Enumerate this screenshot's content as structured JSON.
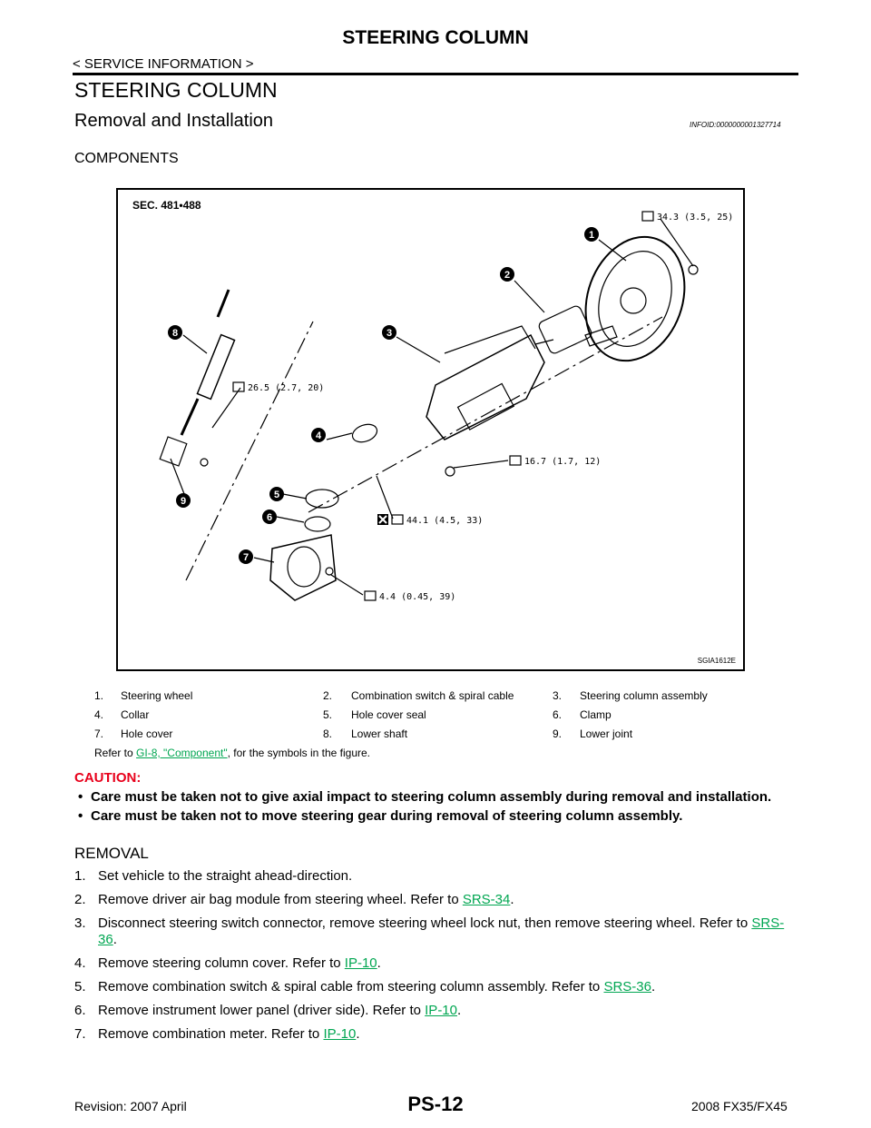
{
  "header": {
    "title": "STEERING COLUMN",
    "section": "< SERVICE INFORMATION >"
  },
  "section_title": "STEERING COLUMN",
  "subsection": {
    "title": "Removal and Installation",
    "infoid": "INFOID:0000000001327714"
  },
  "components_heading": "COMPONENTS",
  "figure": {
    "sec_label": "SEC. 481•488",
    "code": "SGIA1612E",
    "torques": [
      "34.3 (3.5, 25)",
      "26.5 (2.7, 20)",
      "16.7 (1.7, 12)",
      "44.1 (4.5, 33)",
      "4.4 (0.45, 39)"
    ],
    "callouts": [
      "1",
      "2",
      "3",
      "4",
      "5",
      "6",
      "7",
      "8",
      "9"
    ]
  },
  "legend": [
    [
      "1.",
      "Steering wheel",
      "2.",
      "Combination switch & spiral cable",
      "3.",
      "Steering column assembly"
    ],
    [
      "4.",
      "Collar",
      "5.",
      "Hole cover seal",
      "6.",
      "Clamp"
    ],
    [
      "7.",
      "Hole cover",
      "8.",
      "Lower shaft",
      "9.",
      "Lower joint"
    ]
  ],
  "refer": {
    "prefix": "Refer to ",
    "link": "GI-8, \"Component\"",
    "suffix": ", for the symbols in the figure."
  },
  "caution": {
    "label": "CAUTION:",
    "items": [
      "Care must be taken not to give axial impact to steering column assembly during removal and installation.",
      "Care must be taken not to move steering gear during removal of steering column assembly."
    ]
  },
  "removal": {
    "heading": "REMOVAL",
    "steps": [
      {
        "n": "1.",
        "text": "Set vehicle to the straight ahead-direction.",
        "link": "",
        "end": ""
      },
      {
        "n": "2.",
        "text": "Remove driver air bag module from steering wheel. Refer to ",
        "link": "SRS-34",
        "end": "."
      },
      {
        "n": "3.",
        "text": "Disconnect steering switch connector, remove steering wheel lock nut, then remove steering wheel. Refer to ",
        "link": "SRS-36",
        "end": "."
      },
      {
        "n": "4.",
        "text": "Remove steering column cover. Refer to ",
        "link": "IP-10",
        "end": "."
      },
      {
        "n": "5.",
        "text": "Remove combination switch & spiral cable from steering column assembly. Refer to ",
        "link": "SRS-36",
        "end": "."
      },
      {
        "n": "6.",
        "text": "Remove instrument lower panel (driver side). Refer to ",
        "link": "IP-10",
        "end": "."
      },
      {
        "n": "7.",
        "text": "Remove combination meter. Refer to ",
        "link": "IP-10",
        "end": "."
      }
    ]
  },
  "footer": {
    "revision": "Revision: 2007 April",
    "page": "PS-12",
    "model": "2008 FX35/FX45"
  }
}
